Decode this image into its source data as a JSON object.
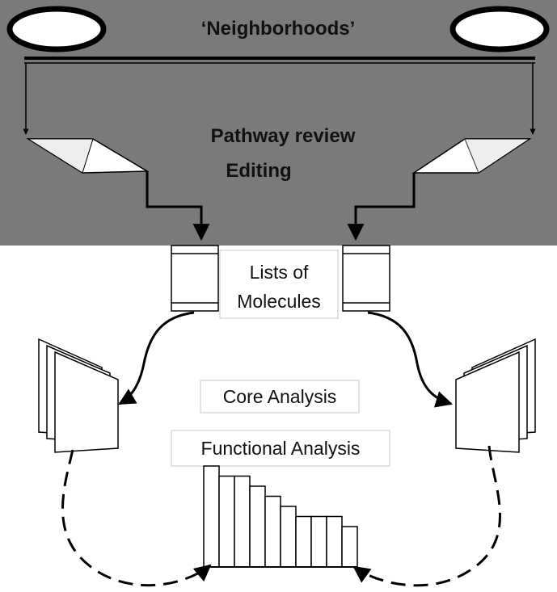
{
  "header": {
    "title": "‘Neighborhoods’",
    "center_line1": "Pathway review",
    "center_line2": "Editing"
  },
  "labels": {
    "lists": [
      "Lists of",
      "Molecules"
    ],
    "core": "Core Analysis",
    "functional": "Functional Analysis"
  },
  "histogram": {
    "values": [
      10,
      9,
      9,
      8,
      7,
      6,
      5,
      5,
      5,
      4
    ]
  },
  "colors": {
    "panel": "#7a7a7a",
    "stroke": "#000000",
    "box_border": "#c8c8c8"
  }
}
